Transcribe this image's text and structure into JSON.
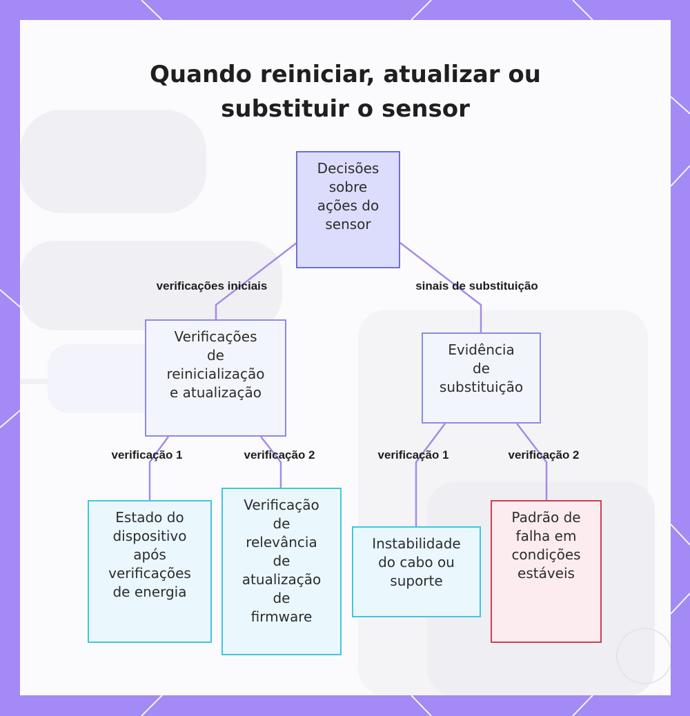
{
  "title": {
    "line1": "Quando reiniciar, atualizar ou",
    "line2": "substituir o sensor"
  },
  "colors": {
    "frame": "#a38af5",
    "edge": "#a48ae6",
    "root_fill": "#dcddfc",
    "leaf_fill": "#eaf7fd",
    "red_border": "#cf3c54"
  },
  "nodes": {
    "root": {
      "lines": [
        "Decisões",
        "sobre",
        "ações do",
        "sensor"
      ]
    },
    "restart_checks": {
      "lines": [
        "Verificações",
        "de",
        "reinicialização",
        "e atualização"
      ]
    },
    "replace_evidence": {
      "lines": [
        "Evidência",
        "de",
        "substituição"
      ]
    },
    "power_state": {
      "lines": [
        "Estado do",
        "dispositivo",
        "após",
        "verificações",
        "de energia"
      ]
    },
    "firmware_check": {
      "lines": [
        "Verificação",
        "de",
        "relevância",
        "de",
        "atualização",
        "de",
        "firmware"
      ]
    },
    "cable_instability": {
      "lines": [
        "Instabilidade",
        "do cabo ou",
        "suporte"
      ]
    },
    "failure_pattern": {
      "lines": [
        "Padrão de",
        "falha em",
        "condições",
        "estáveis"
      ]
    }
  },
  "edges": {
    "initial_checks": "verificações iniciais",
    "replacement_signs": "sinais de substituição",
    "left_check_1": "verificação 1",
    "left_check_2": "verificação 2",
    "right_check_1": "verificação 1",
    "right_check_2": "verificação 2"
  }
}
